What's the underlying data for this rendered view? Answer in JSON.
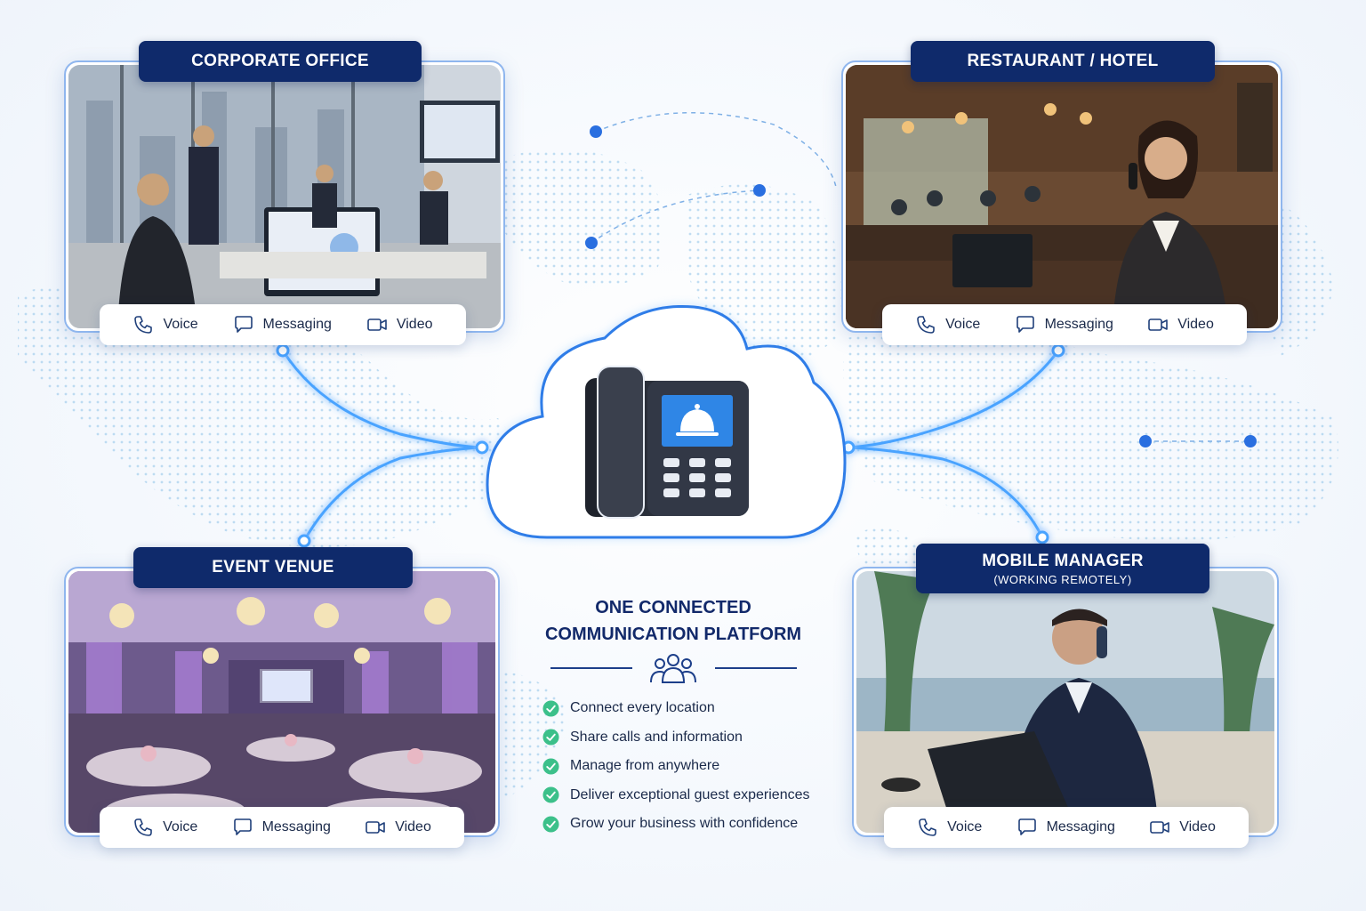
{
  "locations": [
    {
      "id": "corporate",
      "title": "CORPORATE OFFICE",
      "subtitle": ""
    },
    {
      "id": "restaurant",
      "title": "RESTAURANT / HOTEL",
      "subtitle": ""
    },
    {
      "id": "event",
      "title": "EVENT VENUE",
      "subtitle": ""
    },
    {
      "id": "mobile",
      "title": "MOBILE MANAGER",
      "subtitle": "(WORKING REMOTELY)"
    }
  ],
  "channels": {
    "voice": "Voice",
    "messaging": "Messaging",
    "video": "Video"
  },
  "platform": {
    "title_line1": "ONE CONNECTED",
    "title_line2": "COMMUNICATION PLATFORM",
    "benefits": [
      "Connect every location",
      "Share calls and information",
      "Manage from anywhere",
      "Deliver exceptional guest experiences",
      "Grow your business with confidence"
    ]
  },
  "colors": {
    "navy": "#0f2a6b",
    "accent": "#2a6fe0",
    "check": "#3cc08a",
    "glow": "#4aa3ff"
  },
  "icons": {
    "hub": "desk-phone-icon",
    "screen": "service-bell-icon",
    "team": "people-icon",
    "channel_icons": [
      "phone-icon",
      "chat-bubble-icon",
      "video-camera-icon"
    ]
  }
}
